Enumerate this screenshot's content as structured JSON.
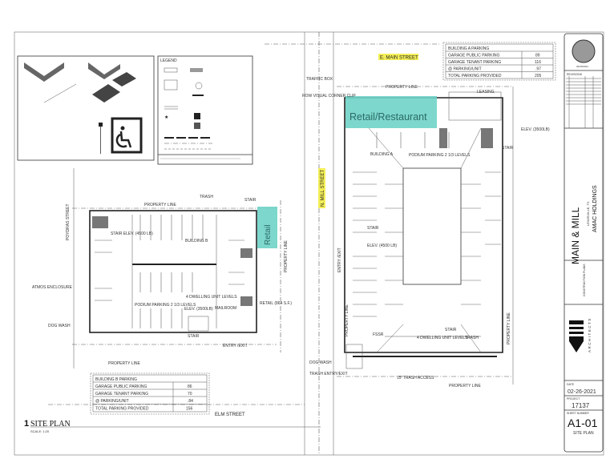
{
  "sheet": {
    "project_name": "MAIN & MILL",
    "location": "LEWISVILLE, TX",
    "client": "AMAC HOLDINGS",
    "issue_note": "CONSTRUCTION PLANS",
    "firm_name": "ARCHITECTS",
    "seal_date": "02/26/2021",
    "revisions_label": "REVISIONS",
    "date_label": "DATE",
    "date": "02-26-2021",
    "project_label": "PROJECT",
    "project_number": "17137",
    "sheet_number_label": "SHEET NUMBER",
    "sheet_number": "A1-01",
    "sheet_title": "SITE PLAN"
  },
  "drawing": {
    "number": "1",
    "title": "SITE PLAN",
    "scale": "SCALE: 1:20"
  },
  "legend": {
    "title": "LEGEND"
  },
  "parking_a": {
    "title": "BUILDING A PARKING",
    "rows": [
      {
        "label": "GARAGE PUBLIC PARKING",
        "value": "89"
      },
      {
        "label": "GARAGE TENANT PARKING",
        "value": "116"
      },
      {
        "label": "@ PARKING/UNIT",
        "value": ".97"
      },
      {
        "label": "TOTAL PARKING PROVIDED",
        "value": "205"
      }
    ]
  },
  "parking_b": {
    "title": "BUILDING B PARKING",
    "rows": [
      {
        "label": "GARAGE PUBLIC PARKING",
        "value": "86"
      },
      {
        "label": "GARAGE TENANT PARKING",
        "value": "70"
      },
      {
        "label": "@ PARKING/UNIT",
        "value": ".84"
      },
      {
        "label": "TOTAL PARKING PROVIDED",
        "value": "156"
      }
    ]
  },
  "streets": {
    "main": "E. MAIN STREET",
    "mill": "N. MILL STREET",
    "elm": "ELM STREET",
    "poydras": "POYDRAS STREET"
  },
  "highlights": {
    "retail_restaurant": "Retail/Restaurant",
    "retail": "Retail",
    "color": "#6fd3c7",
    "street_highlight": "#f4ef58"
  },
  "labels_a": {
    "traffic_box": "TRAFFIC BOX",
    "row_clip": "ROW VISUAL CORNER CLIP",
    "property_line": "PROPERTY LINE",
    "leasing": "LEASING",
    "elev_top": "ELEV. (3500LB)",
    "stair_top": "STAIR",
    "building": "BUILDING A",
    "podium": "PODIUM PARKING 2 1/3 LEVELS",
    "stair_mid": "STAIR",
    "elev_mid": "ELEV. (4500 LB)",
    "entry": "ENTRY /EXIT",
    "fssr": "FSSR",
    "dwelling": "4 DWELLING UNIT LEVELS",
    "stair_bottom": "STAIR",
    "trash": "TRASH",
    "dog_wash": "DOG WASH",
    "trash_entry": "TRASH ENTRY/EXIT",
    "trash_access": "15' TRASH ACCESS",
    "property_line_bottom": "PROPERTY LINE",
    "property_line_left": "PROPERTY LINE",
    "property_line_right": "PROPERTY LINE"
  },
  "labels_b": {
    "trash": "TRASH",
    "stair_top": "STAIR",
    "property_line_top": "PROPERTY LINE",
    "stair_elev": "STAIR ELEV. (4500 LB)",
    "building": "BUILDING B",
    "atmos": "ATMOS ENCLOSURE",
    "dwelling": "4 DWELLING UNIT LEVELS",
    "podium": "PODIUM PARKING 2 1/3 LEVELS",
    "elev": "ELEV. (3500LB)",
    "mailroom": "MAILROOM",
    "retail_sf": "RETAIL (864 S.F.)",
    "dog_wash": "DOG WASH",
    "stair_bottom": "STAIR",
    "entry": "ENTRY /EXIT",
    "property_line_bottom": "PROPERTY LINE",
    "property_line_right": "PROPERTY LINE"
  }
}
